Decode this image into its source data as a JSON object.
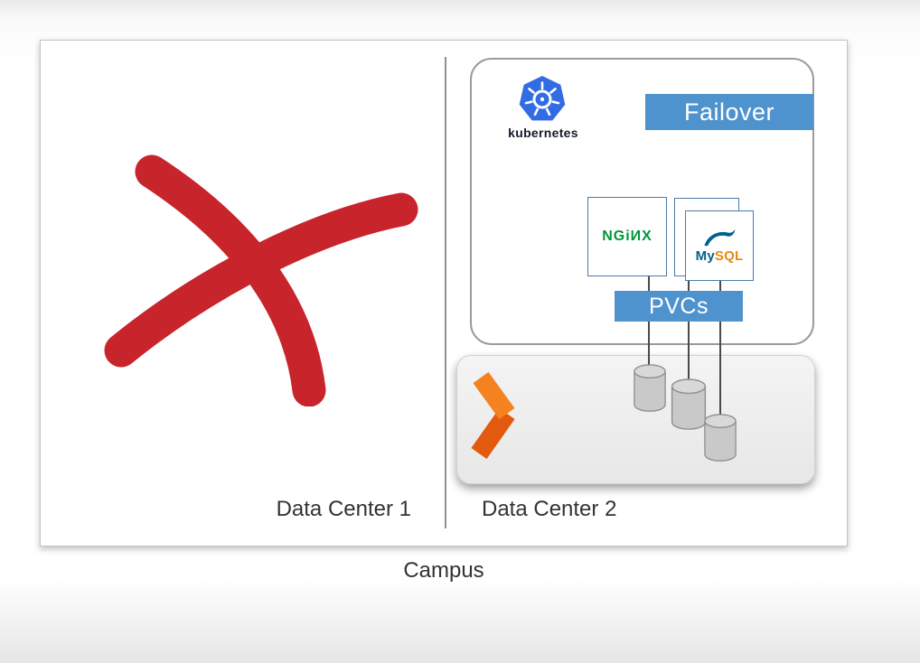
{
  "canvas": {
    "campus_label": "Campus",
    "dc1_label": "Data Center 1",
    "dc2_label": "Data Center 2"
  },
  "cluster": {
    "kubernetes_wordmark": "kubernetes",
    "failover_label": "Failover",
    "pvcs_label": "PVCs",
    "nginx_wordmark": "NGiИX",
    "mysql_wordmark_my": "My",
    "mysql_wordmark_sql": "SQL"
  },
  "colors": {
    "failover_blue": "#4f93ce",
    "failure_red": "#c8242b",
    "kubernetes_blue": "#326ce5",
    "nginx_green": "#009639",
    "mysql_blue": "#00618a",
    "mysql_orange": "#e8890c",
    "portworx_orange_light": "#f58220",
    "portworx_orange_dark": "#e25a0e",
    "storage_fill": "#c9c9c9",
    "storage_top": "#d8d8d8"
  }
}
